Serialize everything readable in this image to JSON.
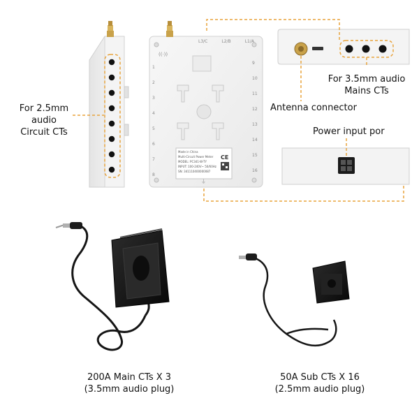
{
  "labels": {
    "circuit_cts": [
      "For 2.5mm audio",
      "Circuit CTs"
    ],
    "mains_cts": [
      "For 3.5mm audio",
      "Mains CTs"
    ],
    "antenna": "Antenna connector",
    "power_input": "Power input por"
  },
  "device_back": {
    "phase_labels": [
      "L3/C",
      "L2/B",
      "L1/A"
    ],
    "left_numbers": [
      "1",
      "2",
      "3",
      "4",
      "5",
      "6",
      "7",
      "8"
    ],
    "right_numbers": [
      "9",
      "10",
      "11",
      "12",
      "13",
      "14",
      "15",
      "16"
    ],
    "sticker_lines": [
      "Made in China",
      "Multi-Circuit Power Meter",
      "MODEL: PC341-W-TY",
      "INPUT: 100-240V~ 50/60Hz",
      "SN: 341110400000087"
    ]
  },
  "products": [
    {
      "title": "200A Main CTs X 3",
      "subtitle": "(3.5mm audio plug)"
    },
    {
      "title": "50A Sub CTs X 16",
      "subtitle": "(2.5mm audio plug)"
    }
  ],
  "colors": {
    "callout_line": "#e8a33c",
    "device_body": "#f2f2f2",
    "cable": "#151515"
  }
}
